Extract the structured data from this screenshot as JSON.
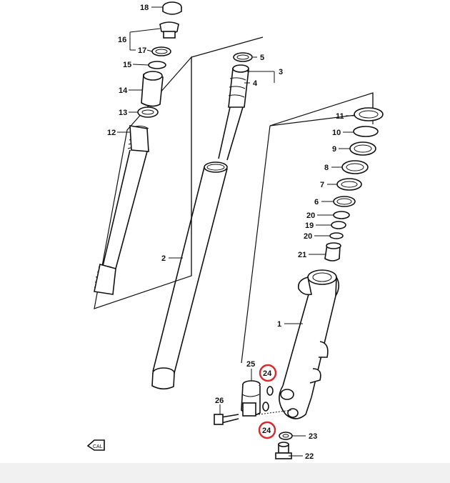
{
  "diagram": {
    "callouts": {
      "c1": "1",
      "c2": "2",
      "c3": "3",
      "c4": "4",
      "c5": "5",
      "c6": "6",
      "c7": "7",
      "c8": "8",
      "c9": "9",
      "c10": "10",
      "c11": "11",
      "c12": "12",
      "c13": "13",
      "c14": "14",
      "c15": "15",
      "c16": "16",
      "c17": "17",
      "c18": "18",
      "c19": "19",
      "c20a": "20",
      "c20b": "20",
      "c21": "21",
      "c22": "22",
      "c23": "23",
      "c24a": "24",
      "c24b": "24",
      "c25": "25",
      "c26": "26"
    },
    "highlight_color": "#d8282d",
    "front_marker_text": "CAL"
  }
}
